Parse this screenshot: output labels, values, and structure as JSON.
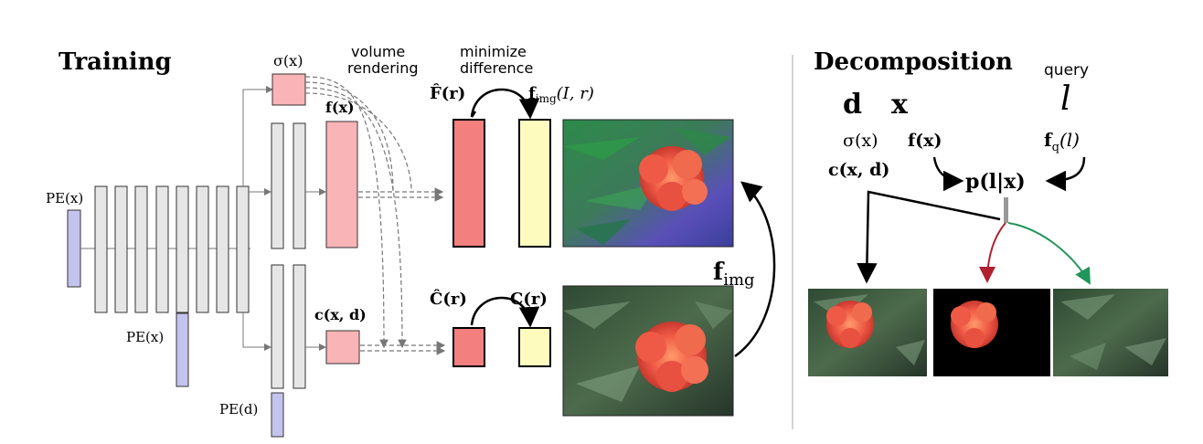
{
  "colors": {
    "layer": "#e6e6e6",
    "pe": "#c3c3ee",
    "feature_pink": "#f8b4b6",
    "pred_red": "#f47f7f",
    "target_yellow": "#fdfbbe",
    "seg_red": "#b02030",
    "seg_green": "#22955a"
  },
  "training": {
    "title": "Training",
    "pe_x_left": "PE(x)",
    "pe_x_mid": "PE(x)",
    "pe_d": "PE(d)",
    "sigma": "σ(x)",
    "f_x": "f(x)",
    "c_xd": "c(x, d)",
    "volume_rendering": [
      "volume",
      "rendering"
    ],
    "minimize_difference": [
      "minimize",
      "difference"
    ],
    "F_hat": "F̂(r)",
    "f_img_target": "f",
    "f_img_sub": "img",
    "f_img_args": "(I, r)",
    "C_hat": "Ĉ(r)",
    "C_r": "C(r)",
    "f_img_arrow": "f",
    "f_img_arrow_sub": "img"
  },
  "decomposition": {
    "title": "Decomposition",
    "query": "query",
    "l": "l",
    "d": "d",
    "x": "x",
    "sigma": "σ(x)",
    "f_x": "f(x)",
    "f_q": "f",
    "f_q_sub": "q",
    "f_q_arg": "(l)",
    "c_xd": "c(x, d)",
    "p": "p(l|x)"
  }
}
